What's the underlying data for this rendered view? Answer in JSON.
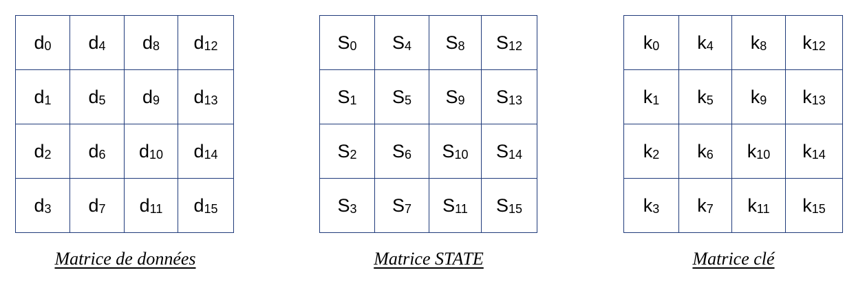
{
  "matrices": [
    {
      "caption": "Matrice de données",
      "symbol": "d",
      "rows": [
        [
          "0",
          "4",
          "8",
          "12"
        ],
        [
          "1",
          "5",
          "9",
          "13"
        ],
        [
          "2",
          "6",
          "10",
          "14"
        ],
        [
          "3",
          "7",
          "11",
          "15"
        ]
      ]
    },
    {
      "caption": "Matrice STATE",
      "symbol": "S",
      "rows": [
        [
          "0",
          "4",
          "8",
          "12"
        ],
        [
          "1",
          "5",
          "9",
          "13"
        ],
        [
          "2",
          "6",
          "10",
          "14"
        ],
        [
          "3",
          "7",
          "11",
          "15"
        ]
      ]
    },
    {
      "caption": "Matrice clé",
      "symbol": "k",
      "rows": [
        [
          "0",
          "4",
          "8",
          "12"
        ],
        [
          "1",
          "5",
          "9",
          "13"
        ],
        [
          "2",
          "6",
          "10",
          "14"
        ],
        [
          "3",
          "7",
          "11",
          "15"
        ]
      ]
    }
  ],
  "colors": {
    "grid_line": "#1f3a7a",
    "text": "#000000",
    "background": "#ffffff"
  }
}
